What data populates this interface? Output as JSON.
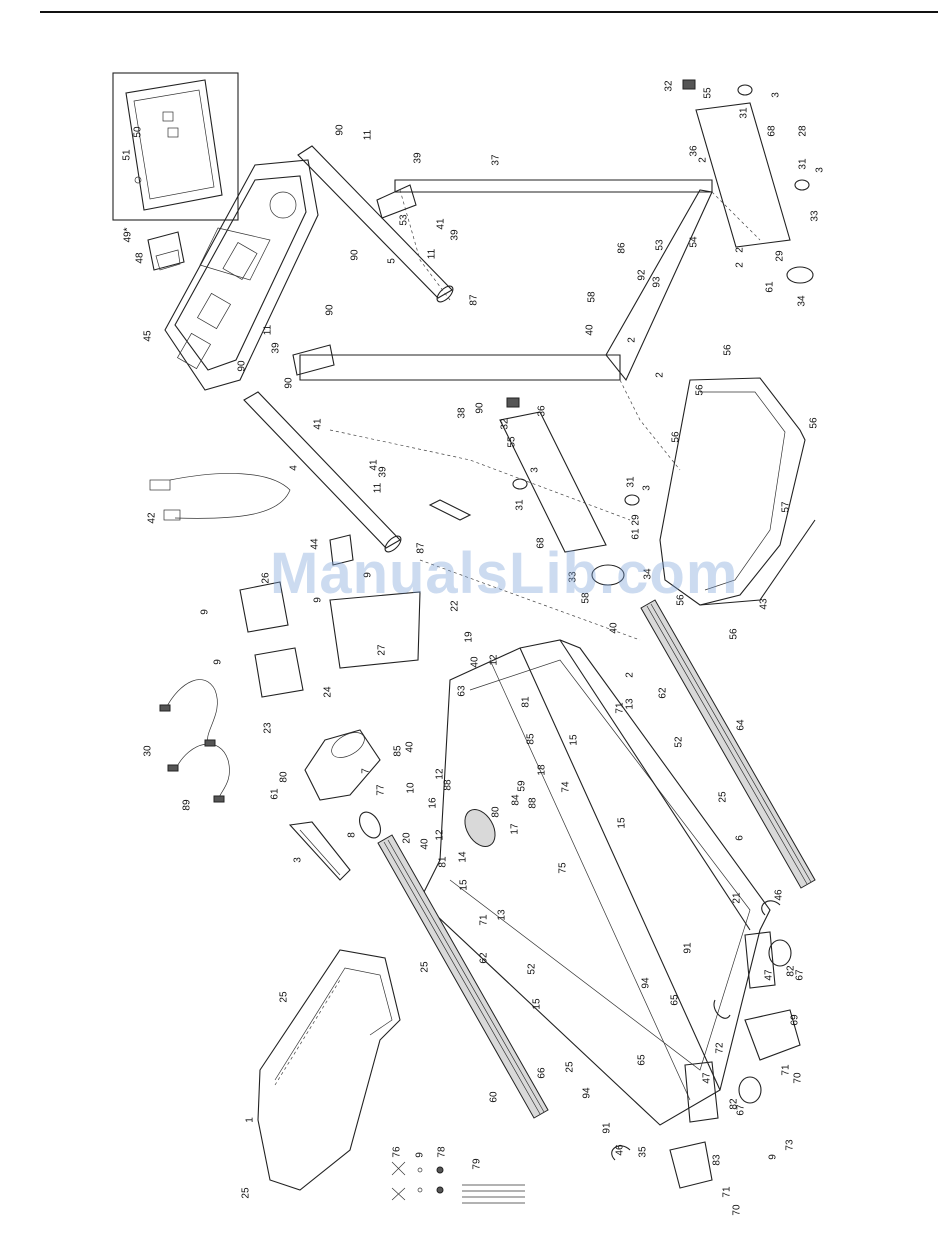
{
  "watermark": "ManualsLib.com",
  "callouts": [
    {
      "id": "1",
      "t": "1"
    },
    {
      "id": "2a",
      "t": "2"
    },
    {
      "id": "2b",
      "t": "2"
    },
    {
      "id": "2c",
      "t": "2"
    },
    {
      "id": "2d",
      "t": "2"
    },
    {
      "id": "2e",
      "t": "2"
    },
    {
      "id": "2f",
      "t": "2"
    },
    {
      "id": "3a",
      "t": "3"
    },
    {
      "id": "3b",
      "t": "3"
    },
    {
      "id": "3c",
      "t": "3"
    },
    {
      "id": "3d",
      "t": "3"
    },
    {
      "id": "3e",
      "t": "3"
    },
    {
      "id": "4",
      "t": "4"
    },
    {
      "id": "5",
      "t": "5"
    },
    {
      "id": "6",
      "t": "6"
    },
    {
      "id": "7",
      "t": "7"
    },
    {
      "id": "8",
      "t": "8"
    },
    {
      "id": "9a",
      "t": "9"
    },
    {
      "id": "9b",
      "t": "9"
    },
    {
      "id": "9c",
      "t": "9"
    },
    {
      "id": "9d",
      "t": "9"
    },
    {
      "id": "9e",
      "t": "9"
    },
    {
      "id": "9f",
      "t": "9"
    },
    {
      "id": "10",
      "t": "10"
    },
    {
      "id": "11a",
      "t": "11"
    },
    {
      "id": "11b",
      "t": "11"
    },
    {
      "id": "11c",
      "t": "11"
    },
    {
      "id": "11d",
      "t": "11"
    },
    {
      "id": "12a",
      "t": "12"
    },
    {
      "id": "12b",
      "t": "12"
    },
    {
      "id": "12c",
      "t": "12"
    },
    {
      "id": "13a",
      "t": "13"
    },
    {
      "id": "13b",
      "t": "13"
    },
    {
      "id": "14",
      "t": "14"
    },
    {
      "id": "15a",
      "t": "15"
    },
    {
      "id": "15b",
      "t": "15"
    },
    {
      "id": "15c",
      "t": "15"
    },
    {
      "id": "15d",
      "t": "15"
    },
    {
      "id": "16",
      "t": "16"
    },
    {
      "id": "17",
      "t": "17"
    },
    {
      "id": "18",
      "t": "18"
    },
    {
      "id": "19",
      "t": "19"
    },
    {
      "id": "20",
      "t": "20"
    },
    {
      "id": "21",
      "t": "21"
    },
    {
      "id": "22",
      "t": "22"
    },
    {
      "id": "23",
      "t": "23"
    },
    {
      "id": "24",
      "t": "24"
    },
    {
      "id": "25a",
      "t": "25"
    },
    {
      "id": "25b",
      "t": "25"
    },
    {
      "id": "25c",
      "t": "25"
    },
    {
      "id": "25d",
      "t": "25"
    },
    {
      "id": "25e",
      "t": "25"
    },
    {
      "id": "26",
      "t": "26"
    },
    {
      "id": "27",
      "t": "27"
    },
    {
      "id": "28",
      "t": "28"
    },
    {
      "id": "29a",
      "t": "29"
    },
    {
      "id": "29b",
      "t": "29"
    },
    {
      "id": "30",
      "t": "30"
    },
    {
      "id": "31a",
      "t": "31"
    },
    {
      "id": "31b",
      "t": "31"
    },
    {
      "id": "31c",
      "t": "31"
    },
    {
      "id": "31d",
      "t": "31"
    },
    {
      "id": "32a",
      "t": "32"
    },
    {
      "id": "32b",
      "t": "32"
    },
    {
      "id": "33a",
      "t": "33"
    },
    {
      "id": "33b",
      "t": "33"
    },
    {
      "id": "34a",
      "t": "34"
    },
    {
      "id": "34b",
      "t": "34"
    },
    {
      "id": "35",
      "t": "35"
    },
    {
      "id": "36a",
      "t": "36"
    },
    {
      "id": "36b",
      "t": "36"
    },
    {
      "id": "37",
      "t": "37"
    },
    {
      "id": "38",
      "t": "38"
    },
    {
      "id": "39a",
      "t": "39"
    },
    {
      "id": "39b",
      "t": "39"
    },
    {
      "id": "39c",
      "t": "39"
    },
    {
      "id": "39d",
      "t": "39"
    },
    {
      "id": "40a",
      "t": "40"
    },
    {
      "id": "40b",
      "t": "40"
    },
    {
      "id": "40c",
      "t": "40"
    },
    {
      "id": "40d",
      "t": "40"
    },
    {
      "id": "40e",
      "t": "40"
    },
    {
      "id": "41a",
      "t": "41"
    },
    {
      "id": "41b",
      "t": "41"
    },
    {
      "id": "41c",
      "t": "41"
    },
    {
      "id": "42",
      "t": "42"
    },
    {
      "id": "43",
      "t": "43"
    },
    {
      "id": "44",
      "t": "44"
    },
    {
      "id": "45",
      "t": "45"
    },
    {
      "id": "46a",
      "t": "46"
    },
    {
      "id": "46b",
      "t": "46"
    },
    {
      "id": "47a",
      "t": "47"
    },
    {
      "id": "47b",
      "t": "47"
    },
    {
      "id": "48",
      "t": "48"
    },
    {
      "id": "49",
      "t": "49*"
    },
    {
      "id": "50",
      "t": "50"
    },
    {
      "id": "51",
      "t": "51"
    },
    {
      "id": "52a",
      "t": "52"
    },
    {
      "id": "52b",
      "t": "52"
    },
    {
      "id": "53a",
      "t": "53"
    },
    {
      "id": "53b",
      "t": "53"
    },
    {
      "id": "54",
      "t": "54"
    },
    {
      "id": "55a",
      "t": "55"
    },
    {
      "id": "55b",
      "t": "55"
    },
    {
      "id": "56a",
      "t": "56"
    },
    {
      "id": "56b",
      "t": "56"
    },
    {
      "id": "56c",
      "t": "56"
    },
    {
      "id": "56d",
      "t": "56"
    },
    {
      "id": "56e",
      "t": "56"
    },
    {
      "id": "56f",
      "t": "56"
    },
    {
      "id": "57",
      "t": "57"
    },
    {
      "id": "58a",
      "t": "58"
    },
    {
      "id": "58b",
      "t": "58"
    },
    {
      "id": "59",
      "t": "59"
    },
    {
      "id": "60",
      "t": "60"
    },
    {
      "id": "61a",
      "t": "61"
    },
    {
      "id": "61b",
      "t": "61"
    },
    {
      "id": "61c",
      "t": "61"
    },
    {
      "id": "62a",
      "t": "62"
    },
    {
      "id": "62b",
      "t": "62"
    },
    {
      "id": "63",
      "t": "63"
    },
    {
      "id": "64",
      "t": "64"
    },
    {
      "id": "65a",
      "t": "65"
    },
    {
      "id": "65b",
      "t": "65"
    },
    {
      "id": "66",
      "t": "66"
    },
    {
      "id": "67a",
      "t": "67"
    },
    {
      "id": "67b",
      "t": "67"
    },
    {
      "id": "68a",
      "t": "68"
    },
    {
      "id": "68b",
      "t": "68"
    },
    {
      "id": "69",
      "t": "69"
    },
    {
      "id": "70a",
      "t": "70"
    },
    {
      "id": "70b",
      "t": "70"
    },
    {
      "id": "71a",
      "t": "71"
    },
    {
      "id": "71b",
      "t": "71"
    },
    {
      "id": "71c",
      "t": "71"
    },
    {
      "id": "71d",
      "t": "71"
    },
    {
      "id": "72",
      "t": "72"
    },
    {
      "id": "73",
      "t": "73"
    },
    {
      "id": "74",
      "t": "74"
    },
    {
      "id": "75",
      "t": "75"
    },
    {
      "id": "76",
      "t": "76"
    },
    {
      "id": "77",
      "t": "77"
    },
    {
      "id": "78",
      "t": "78"
    },
    {
      "id": "79",
      "t": "79"
    },
    {
      "id": "80a",
      "t": "80"
    },
    {
      "id": "80b",
      "t": "80"
    },
    {
      "id": "81a",
      "t": "81"
    },
    {
      "id": "81b",
      "t": "81"
    },
    {
      "id": "82a",
      "t": "82"
    },
    {
      "id": "82b",
      "t": "82"
    },
    {
      "id": "83",
      "t": "83"
    },
    {
      "id": "84",
      "t": "84"
    },
    {
      "id": "85a",
      "t": "85"
    },
    {
      "id": "85b",
      "t": "85"
    },
    {
      "id": "86",
      "t": "86"
    },
    {
      "id": "87a",
      "t": "87"
    },
    {
      "id": "87b",
      "t": "87"
    },
    {
      "id": "88a",
      "t": "88"
    },
    {
      "id": "88b",
      "t": "88"
    },
    {
      "id": "89",
      "t": "89"
    },
    {
      "id": "90a",
      "t": "90"
    },
    {
      "id": "90b",
      "t": "90"
    },
    {
      "id": "90c",
      "t": "90"
    },
    {
      "id": "90d",
      "t": "90"
    },
    {
      "id": "90e",
      "t": "90"
    },
    {
      "id": "90f",
      "t": "90"
    },
    {
      "id": "91a",
      "t": "91"
    },
    {
      "id": "91b",
      "t": "91"
    },
    {
      "id": "92",
      "t": "92"
    },
    {
      "id": "93",
      "t": "93"
    },
    {
      "id": "94a",
      "t": "94"
    },
    {
      "id": "94b",
      "t": "94"
    }
  ]
}
